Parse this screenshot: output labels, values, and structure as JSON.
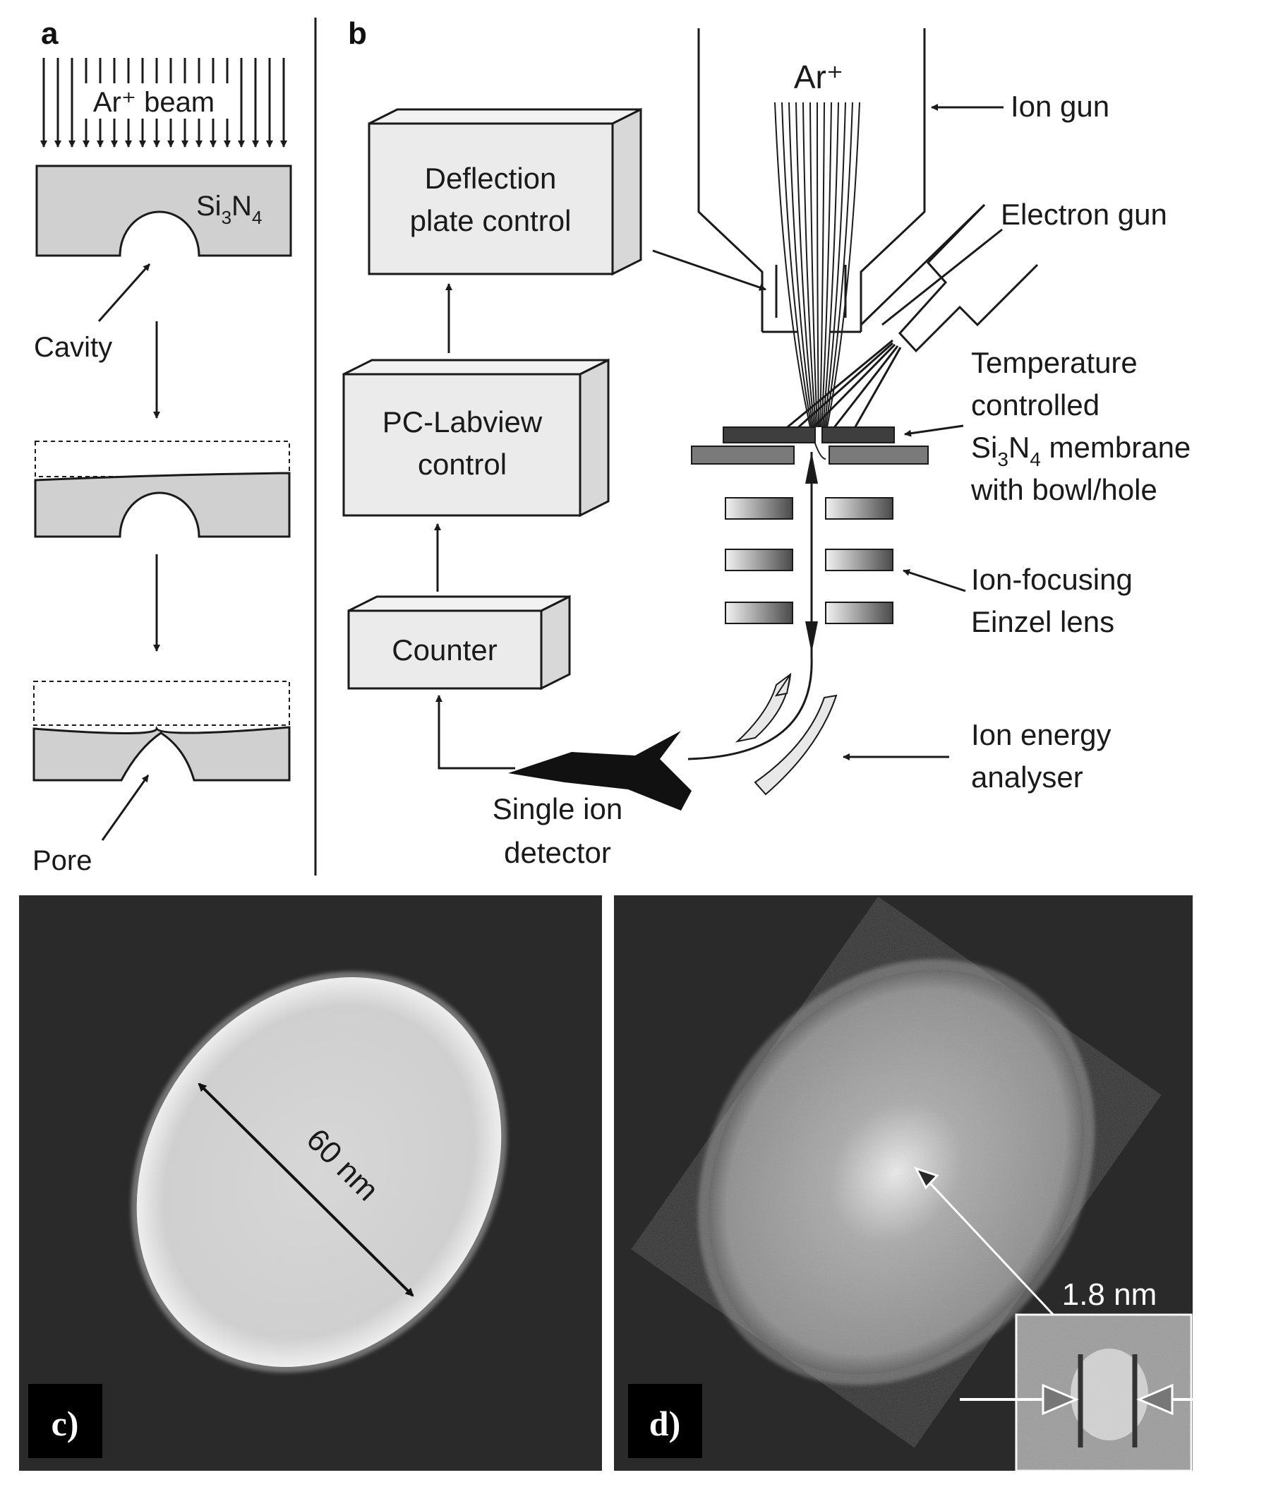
{
  "panel_a": {
    "letter": "a",
    "beam": "Ar⁺ beam",
    "material_prefix": "Si",
    "material_sub1": "3",
    "material_mid": "N",
    "material_sub2": "4",
    "cavity": "Cavity",
    "pore": "Pore"
  },
  "panel_b": {
    "letter": "b",
    "ion_source": "Ar⁺",
    "ion_gun": "Ion gun",
    "electron_gun": "Electron gun",
    "deflection_line1": "Deflection",
    "deflection_line2": "plate control",
    "pc_line1": "PC-Labview",
    "pc_line2": "control",
    "counter": "Counter",
    "membrane_line1": "Temperature",
    "membrane_line2": "controlled",
    "membrane_line3_prefix": "Si",
    "membrane_line3_sub1": "3",
    "membrane_line3_mid": "N",
    "membrane_line3_sub2": "4",
    "membrane_line3_suffix": " membrane",
    "membrane_line4": "with bowl/hole",
    "lens_line1": "Ion-focusing",
    "lens_line2": "Einzel lens",
    "analyser_line1": "Ion energy",
    "analyser_line2": "analyser",
    "detector_line1": "Single ion",
    "detector_line2": "detector"
  },
  "panel_c": {
    "label": "c)",
    "measurement": "60 nm"
  },
  "panel_d": {
    "label": "d)",
    "measurement": "1.8 nm"
  }
}
